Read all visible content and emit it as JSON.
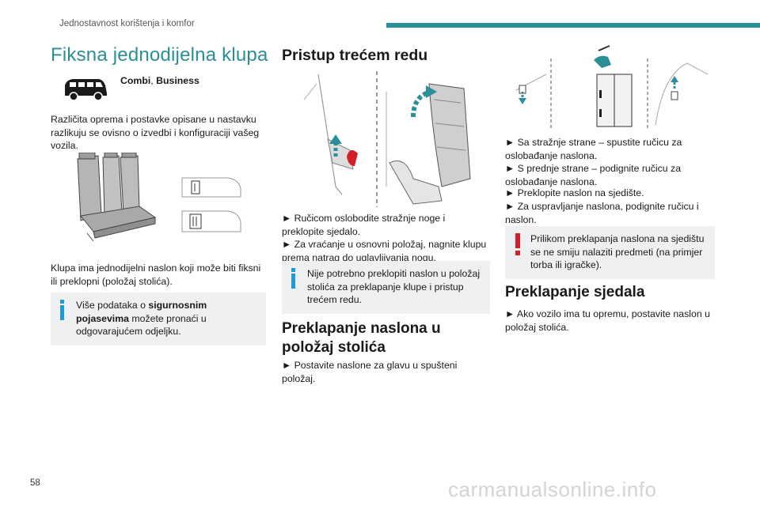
{
  "header": {
    "title": "Jednostavnost korištenja i komfor"
  },
  "page_number": "58",
  "watermark": "carmanualsonline.info",
  "col1": {
    "title": "Fiksna jednodijelna klupa",
    "versions_bold": "Combi",
    "versions_sep": ", ",
    "versions_bold2": "Business",
    "intro": "Različita oprema i postavke opisane u nastavku razlikuju se ovisno o izvedbi i konfiguraciji vašeg vozila.",
    "bench_text": "Klupa ima jednodijelni naslon koji može biti fiksni ili preklopni (položaj stolića).",
    "info_pre": "Više podataka o ",
    "info_bold": "sigurnosnim pojasevima",
    "info_post": " možete pronaći u odgovarajućem odjeljku."
  },
  "col2": {
    "title": "Pristup trećem redu",
    "step1": "► Ručicom oslobodite stražnje noge i preklopite sjedalo.",
    "step2": "► Za vraćanje u osnovni položaj, nagnite klupu prema natrag do uglavljivanja nogu.",
    "info": "Nije potrebno preklopiti naslon u položaj stolića za preklapanje klupe i pristup trećem redu.",
    "title2": "Preklapanje naslona u položaj stolića",
    "step3": "► Postavite naslone za glavu u spušteni položaj."
  },
  "col3": {
    "steps": [
      "► Sa stražnje strane – spustite ručicu za oslobađanje naslona.",
      "► S prednje strane – podignite ručicu za oslobađanje naslona.",
      "► Preklopite naslon na sjedište.",
      "► Za uspravljanje naslona, podignite ručicu i naslon."
    ],
    "warning": "Prilikom preklapanja naslona na sjedištu se ne smiju nalaziti predmeti (na primjer torba ili igračke).",
    "title": "Preklapanje sjedala",
    "step5": "► Ako vozilo ima tu opremu, postavite naslon u položaj stolića."
  },
  "colors": {
    "accent": "#2a8f97",
    "info": "#1e9ad6",
    "warning": "#d41f2b",
    "box": "#eef0f1"
  }
}
